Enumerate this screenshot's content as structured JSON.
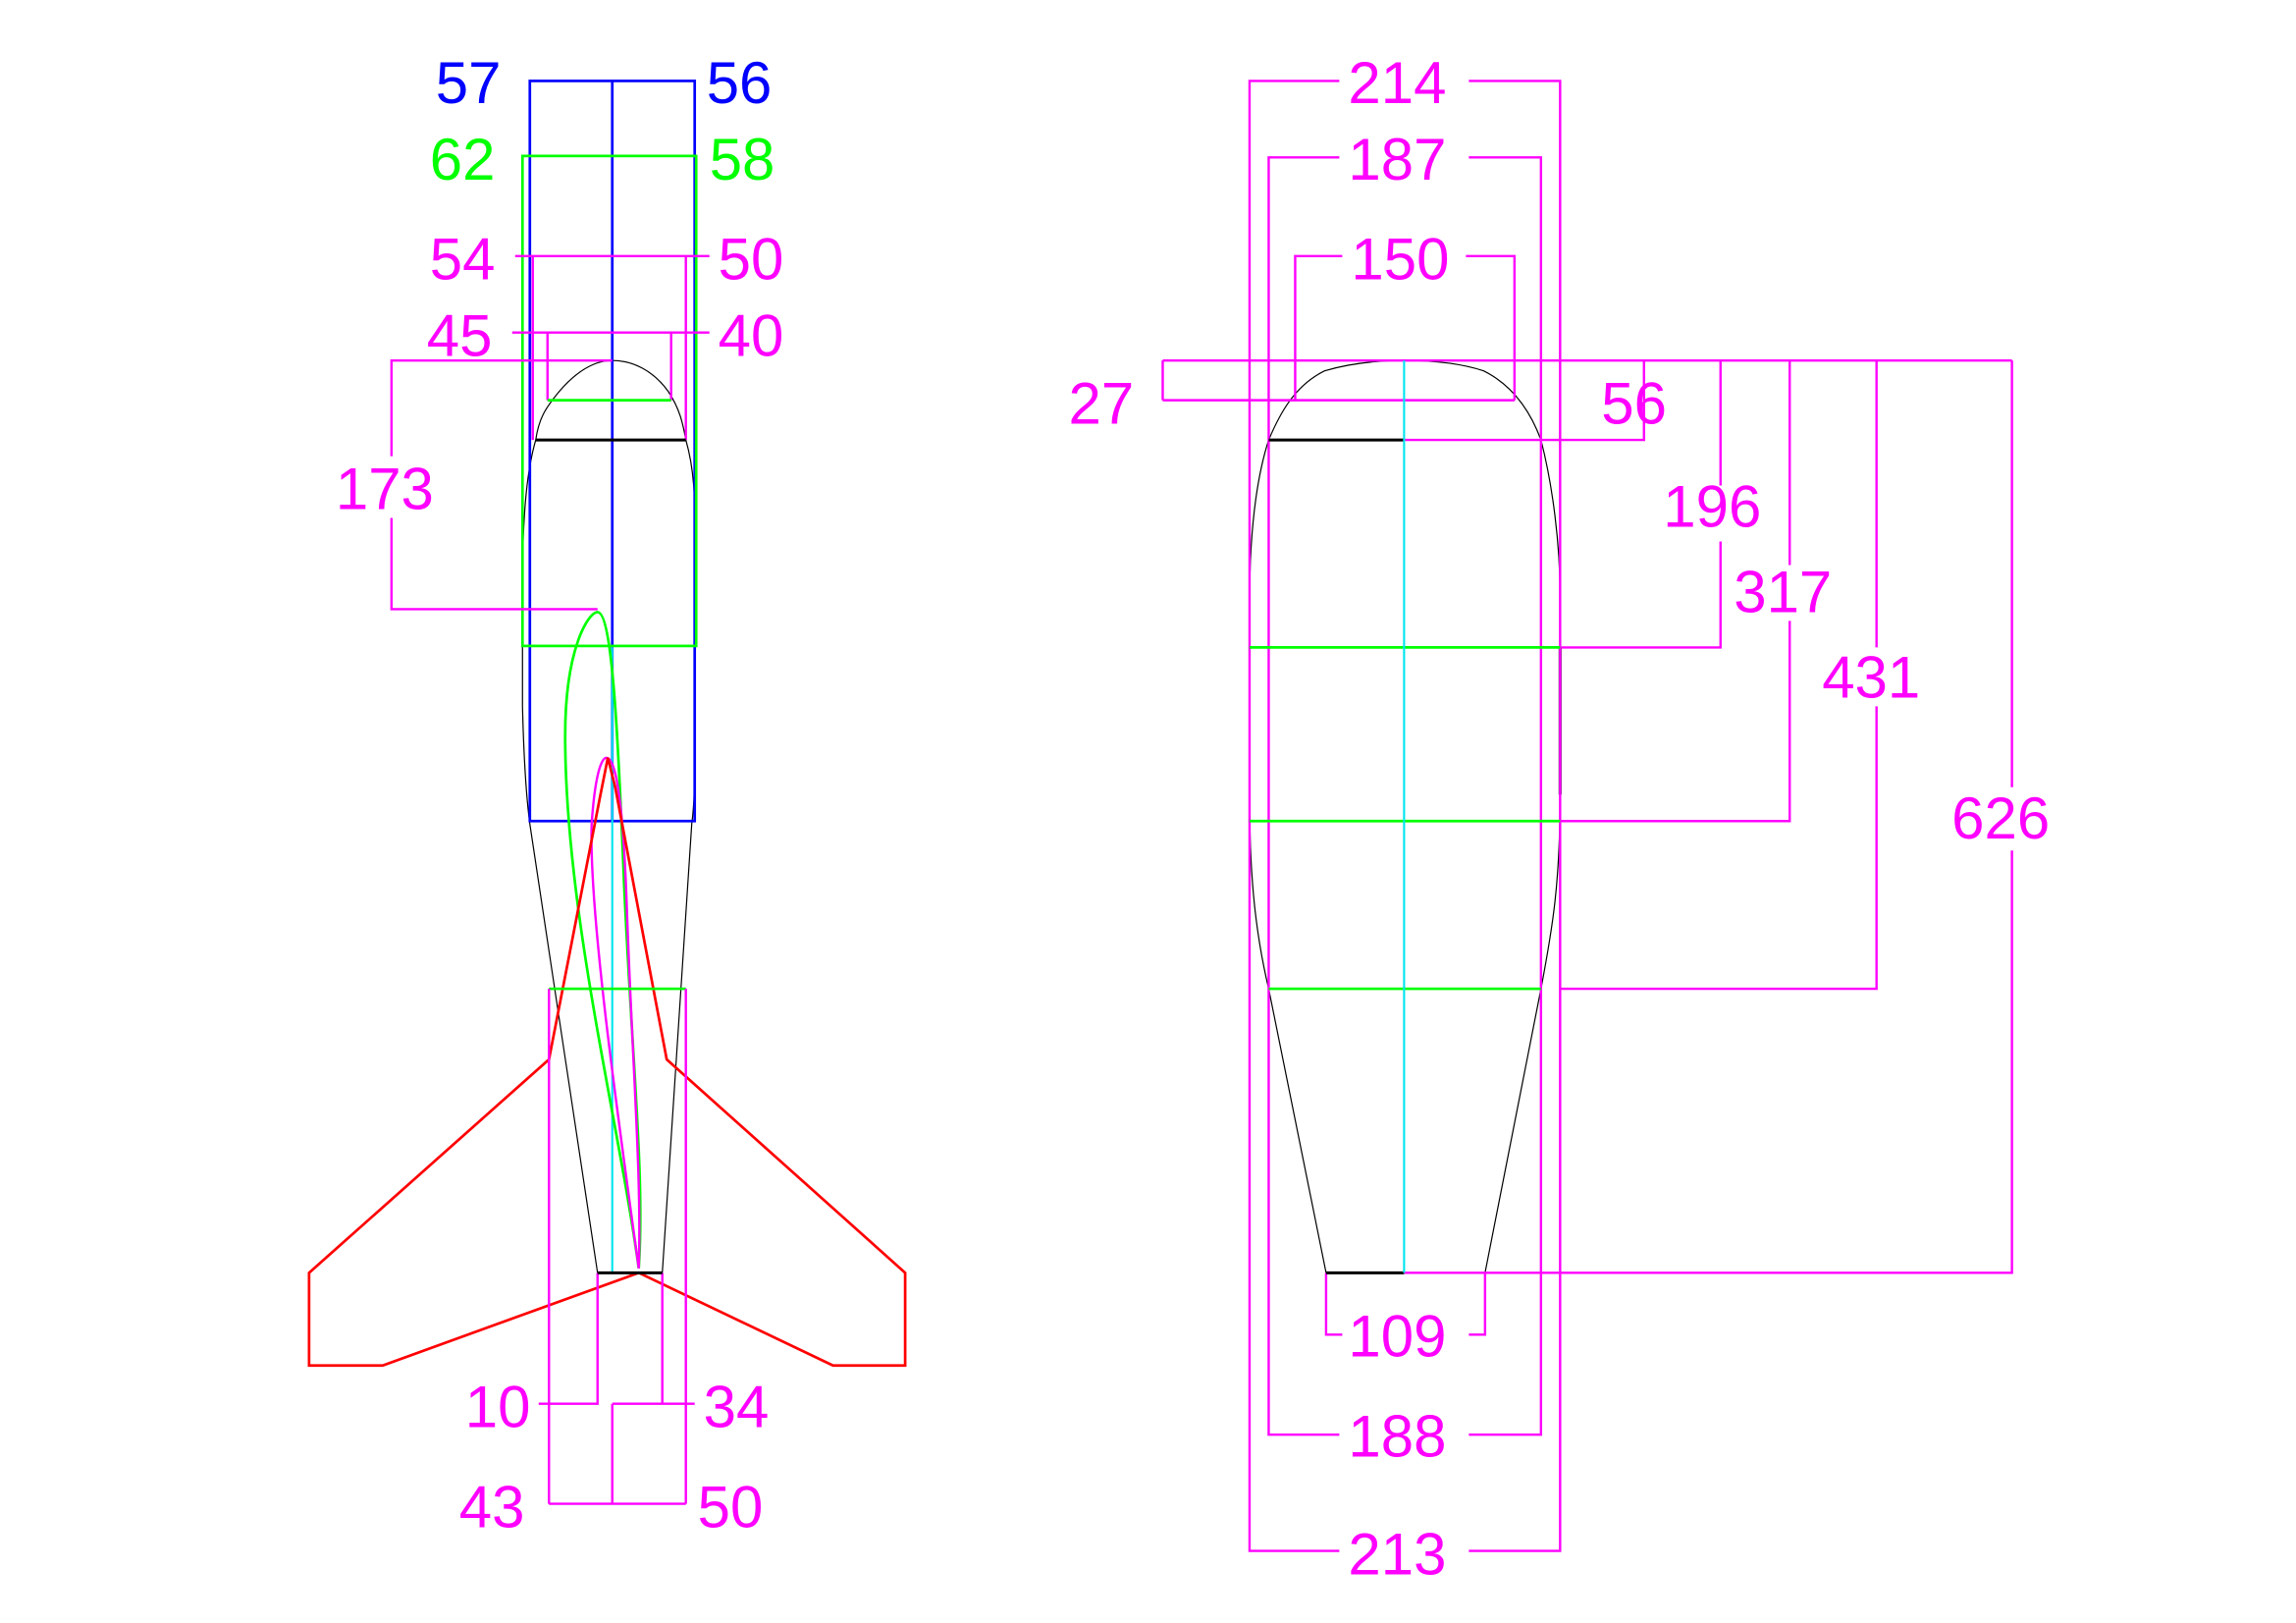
{
  "side_view": {
    "top_left_blue": "57",
    "top_right_blue": "56",
    "left_green": "62",
    "right_green": "58",
    "left_54": "54",
    "right_50": "50",
    "left_45": "45",
    "right_40": "40",
    "fin_position": "173",
    "bottom_left_10": "10",
    "bottom_right_34": "34",
    "bottom_left_43": "43",
    "bottom_right_50": "50"
  },
  "front_view": {
    "width_top": "214",
    "width_2": "187",
    "width_3": "150",
    "nose_height": "27",
    "nose_offset": "56",
    "station_196": "196",
    "station_317": "317",
    "station_431": "431",
    "length_626": "626",
    "tail_109": "109",
    "width_188": "188",
    "width_bottom": "213"
  },
  "colors": {
    "dimension": "#ff00ff",
    "blue": "#0000ff",
    "green": "#00ff00",
    "fin": "#ff0000",
    "axis": "#00e5ee"
  }
}
